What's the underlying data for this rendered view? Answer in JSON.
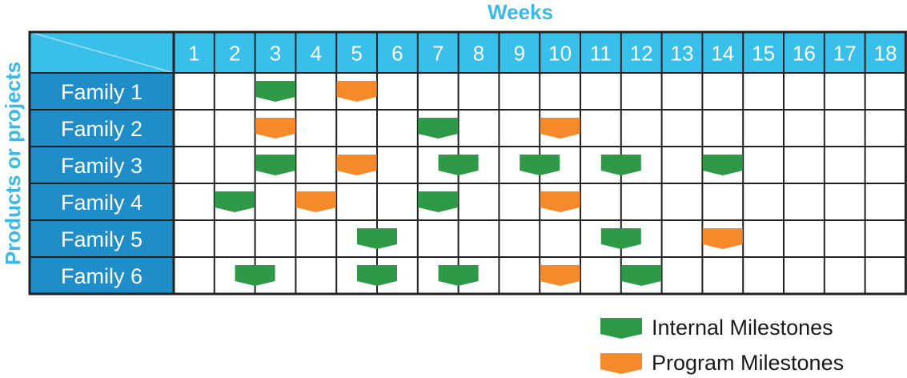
{
  "title": "Weeks",
  "side_label": "Products or projects",
  "weeks": [
    "1",
    "2",
    "3",
    "4",
    "5",
    "6",
    "7",
    "8",
    "9",
    "10",
    "11",
    "12",
    "13",
    "14",
    "15",
    "16",
    "17",
    "18"
  ],
  "rows": [
    {
      "label": "Family 1",
      "milestones": [
        {
          "type": "internal",
          "week": 3
        },
        {
          "type": "program",
          "week": 5
        }
      ]
    },
    {
      "label": "Family 2",
      "milestones": [
        {
          "type": "program",
          "week": 3
        },
        {
          "type": "internal",
          "week": 7
        },
        {
          "type": "program",
          "week": 10
        }
      ]
    },
    {
      "label": "Family 3",
      "milestones": [
        {
          "type": "internal",
          "week": 3
        },
        {
          "type": "program",
          "week": 5
        },
        {
          "type": "internal",
          "week": 7.5
        },
        {
          "type": "internal",
          "week": 9.5
        },
        {
          "type": "internal",
          "week": 11.5
        },
        {
          "type": "internal",
          "week": 14
        }
      ]
    },
    {
      "label": "Family 4",
      "milestones": [
        {
          "type": "internal",
          "week": 2
        },
        {
          "type": "program",
          "week": 4
        },
        {
          "type": "internal",
          "week": 7
        },
        {
          "type": "program",
          "week": 10
        }
      ]
    },
    {
      "label": "Family 5",
      "milestones": [
        {
          "type": "internal",
          "week": 5.5
        },
        {
          "type": "internal",
          "week": 11.5
        },
        {
          "type": "program",
          "week": 14
        }
      ]
    },
    {
      "label": "Family 6",
      "milestones": [
        {
          "type": "internal",
          "week": 2.5
        },
        {
          "type": "internal",
          "week": 5.5
        },
        {
          "type": "internal",
          "week": 7.5
        },
        {
          "type": "program",
          "week": 10
        },
        {
          "type": "internal",
          "week": 12
        }
      ]
    }
  ],
  "legend": {
    "internal": "Internal Milestones",
    "program": "Program Milestones"
  },
  "colors": {
    "internal": "#2e9a47",
    "program": "#f58a2a",
    "header_bg": "#38bfea",
    "label_bg": "#1f8ec8",
    "grid_line": "#222222",
    "title": "#39b9e8"
  }
}
